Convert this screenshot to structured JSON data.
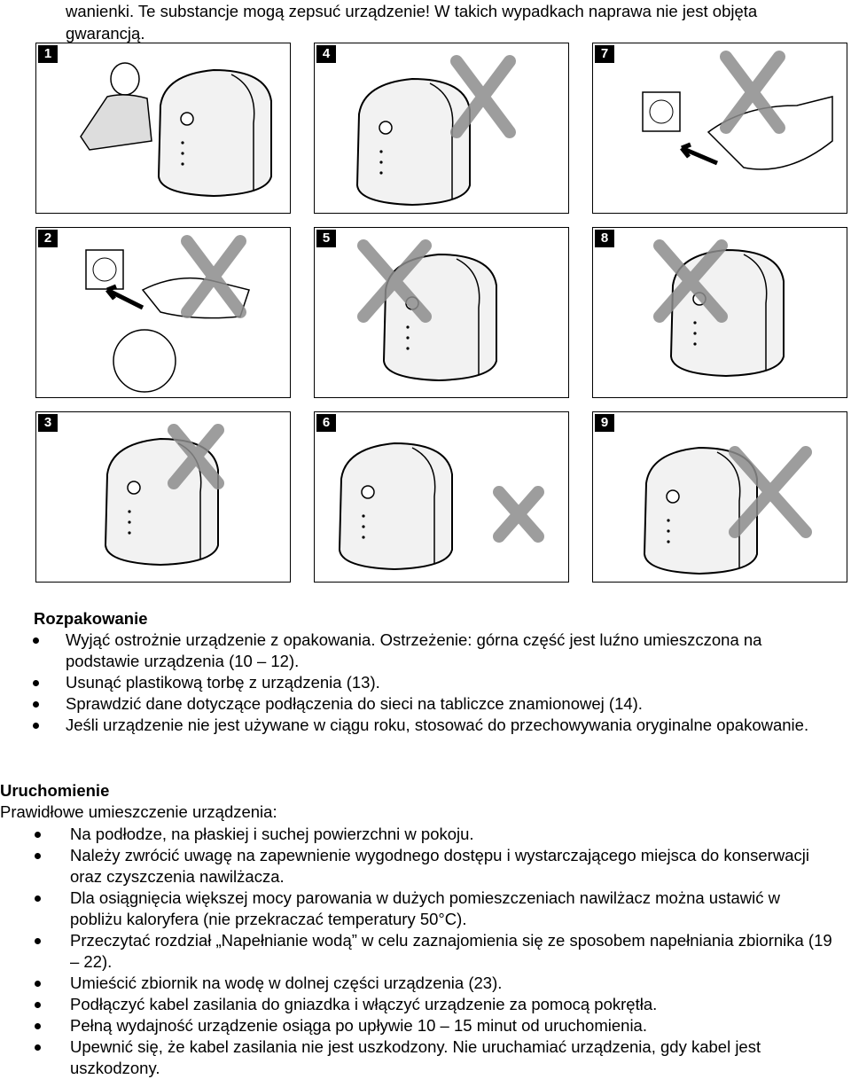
{
  "intro": {
    "text": "wanienki. Te substancje mogą zepsuć urządzenie! W takich wypadkach naprawa nie jest objęta gwarancją."
  },
  "figures": [
    {
      "num": "1",
      "icon": "child-with-device-illustration",
      "crossed": false
    },
    {
      "num": "4",
      "icon": "pliers-on-device-illustration",
      "crossed": true
    },
    {
      "num": "7",
      "icon": "wet-hand-plug-illustration",
      "crossed": true
    },
    {
      "num": "2",
      "icon": "pull-plug-by-cord-illustration",
      "crossed": true
    },
    {
      "num": "5",
      "icon": "device-on-shelf-edge-illustration",
      "crossed": true
    },
    {
      "num": "8",
      "icon": "object-on-device-illustration",
      "crossed": true
    },
    {
      "num": "3",
      "icon": "falling-device-illustration",
      "crossed": true
    },
    {
      "num": "6",
      "icon": "stepping-on-cord-illustration",
      "crossed": true
    },
    {
      "num": "9",
      "icon": "cord-under-door-illustration",
      "crossed": true
    }
  ],
  "unpacking": {
    "heading": "Rozpakowanie",
    "items": [
      "Wyjąć ostrożnie urządzenie z opakowania. Ostrzeżenie: górna część jest luźno umieszczona na podstawie urządzenia (10 – 12).",
      "Usunąć plastikową torbę z urządzenia (13).",
      "Sprawdzić dane dotyczące podłączenia do sieci na tabliczce znamionowej (14).",
      "Jeśli urządzenie nie jest używane w ciągu roku, stosować do przechowywania oryginalne opakowanie."
    ]
  },
  "startup": {
    "heading": "Uruchomienie",
    "intro": "Prawidłowe umieszczenie urządzenia:",
    "items": [
      "Na podłodze, na płaskiej i suchej powierzchni w pokoju.",
      "Należy zwrócić uwagę na zapewnienie wygodnego dostępu i wystarczającego miejsca do konserwacji oraz czyszczenia nawilżacza.",
      "Dla osiągnięcia większej mocy parowania w dużych pomieszczeniach nawilżacz można ustawić w pobliżu kaloryfera (nie przekraczać temperatury 50°C).",
      "Przeczytać rozdział „Napełnianie wodą” w celu zaznajomienia się ze sposobem napełniania zbiornika (19 – 22).",
      "Umieścić zbiornik na wodę w dolnej części urządzenia (23).",
      "Podłączyć kabel zasilania do gniazdka i włączyć urządzenie za pomocą pokrętła.",
      "Pełną wydajność urządzenie osiąga po upływie 10 – 15 minut od uruchomienia.",
      "Upewnić się, że kabel zasilania nie jest uszkodzony. Nie uruchamiać urządzenia, gdy kabel jest uszkodzony."
    ]
  }
}
